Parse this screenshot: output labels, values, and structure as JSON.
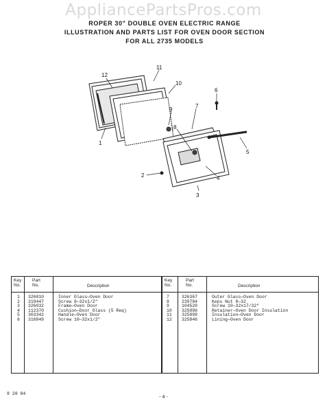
{
  "watermark": "AppliancePartsPros.com",
  "header": {
    "line1": "ROPER 30\" DOUBLE OVEN ELECTRIC RANGE",
    "line2": "ILLUSTRATION AND PARTS LIST FOR OVEN DOOR SECTION",
    "line3": "FOR ALL 2735 MODELS"
  },
  "callouts": [
    "12",
    "11",
    "10",
    "9",
    "1",
    "6",
    "7",
    "8",
    "5",
    "2",
    "4",
    "3"
  ],
  "table": {
    "col_key": "Key No.",
    "col_key_line1": "Key",
    "col_key_line2": "No.",
    "col_part_line1": "Part",
    "col_part_line2": "No.",
    "col_desc": "Description",
    "left_rows": [
      {
        "key": "1",
        "part": "326010",
        "desc": "Inner Glass—Oven Door"
      },
      {
        "key": "2",
        "part": "319447",
        "desc": "Screw 8—32x1/2\""
      },
      {
        "key": "3",
        "part": "326032",
        "desc": "Frame—Oven Door"
      },
      {
        "key": "4",
        "part": "112370",
        "desc": "Cushion—Door Glass (5 Req)"
      },
      {
        "key": "5",
        "part": "303342",
        "desc": "Handle—Oven Door"
      },
      {
        "key": "6",
        "part": "316849",
        "desc": "Screw 10—32x1/2\""
      }
    ],
    "right_rows": [
      {
        "key": "7",
        "part": "326367",
        "desc": "Outer Glass—Oven Door"
      },
      {
        "key": "8",
        "part": "239784",
        "desc": "Keps Nut 8—32"
      },
      {
        "key": "9",
        "part": "104520",
        "desc": "Screw 10—32x17/32\""
      },
      {
        "key": "10",
        "part": "325896",
        "desc": "Retainer—Oven Door Insulation"
      },
      {
        "key": "11",
        "part": "325899",
        "desc": "Insulation—Oven Door"
      },
      {
        "key": "12",
        "part": "325846",
        "desc": "Lining—Oven Door"
      }
    ]
  },
  "footer": {
    "code": "8 28 84",
    "page": "- 4 -"
  }
}
